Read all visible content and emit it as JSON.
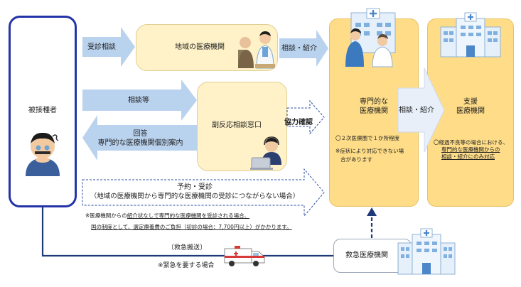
{
  "patient_label": "被接種者",
  "local_clinic_label": "地域の医療機関",
  "consult_window_label": "副反応相談窓口",
  "specialist_label_1": "専門的な",
  "specialist_label_2": "医療機関",
  "specialist_note_1": "〇２次医療圏で１か所程度",
  "specialist_note_2": "※症状により対応できない場",
  "specialist_note_3": "合があります",
  "support_label_1": "支援",
  "support_label_2": "医療機関",
  "support_note_1": "〇経過不良等の場合における、",
  "support_note_2": "専門的な医療機関からの",
  "support_note_3": "相談・紹介にのみ対応",
  "emergency_label": "救急医療機関",
  "arrow_consult": "受診相談",
  "arrow_referral_1": "相談・紹介",
  "arrow_referral_2": "相談・紹介",
  "arrow_consult_etc": "相談等",
  "arrow_reply_1": "回答",
  "arrow_reply_2": "専門的な医療機関個別案内",
  "cooperation_label": "協力確認",
  "arrow_reserve_1": "予約・受診",
  "arrow_reserve_2": "（地域の医療機関から専門的な医療機関の受診につながらない場合）",
  "note_line_1_a": "※医療機関からの",
  "note_line_1_b": "紹介状なしで",
  "note_line_1_c": "専門的な医療機関を受診される場合、",
  "note_line_2": "国の制度として、選定療養費のご負担（初診の場合：7,700円以上）がかかります。",
  "emergency_transport": "〔救急搬送〕",
  "emergency_note": "※緊急を要する場合",
  "colors": {
    "patient_border": "#2433a8",
    "pale_yellow": "#fff2c8",
    "yellow_fill": "#ffdd88",
    "arrow_blue": "#b9d2ee",
    "dashed_border": "#2b4ca0",
    "navy_line": "#1f3a78"
  }
}
